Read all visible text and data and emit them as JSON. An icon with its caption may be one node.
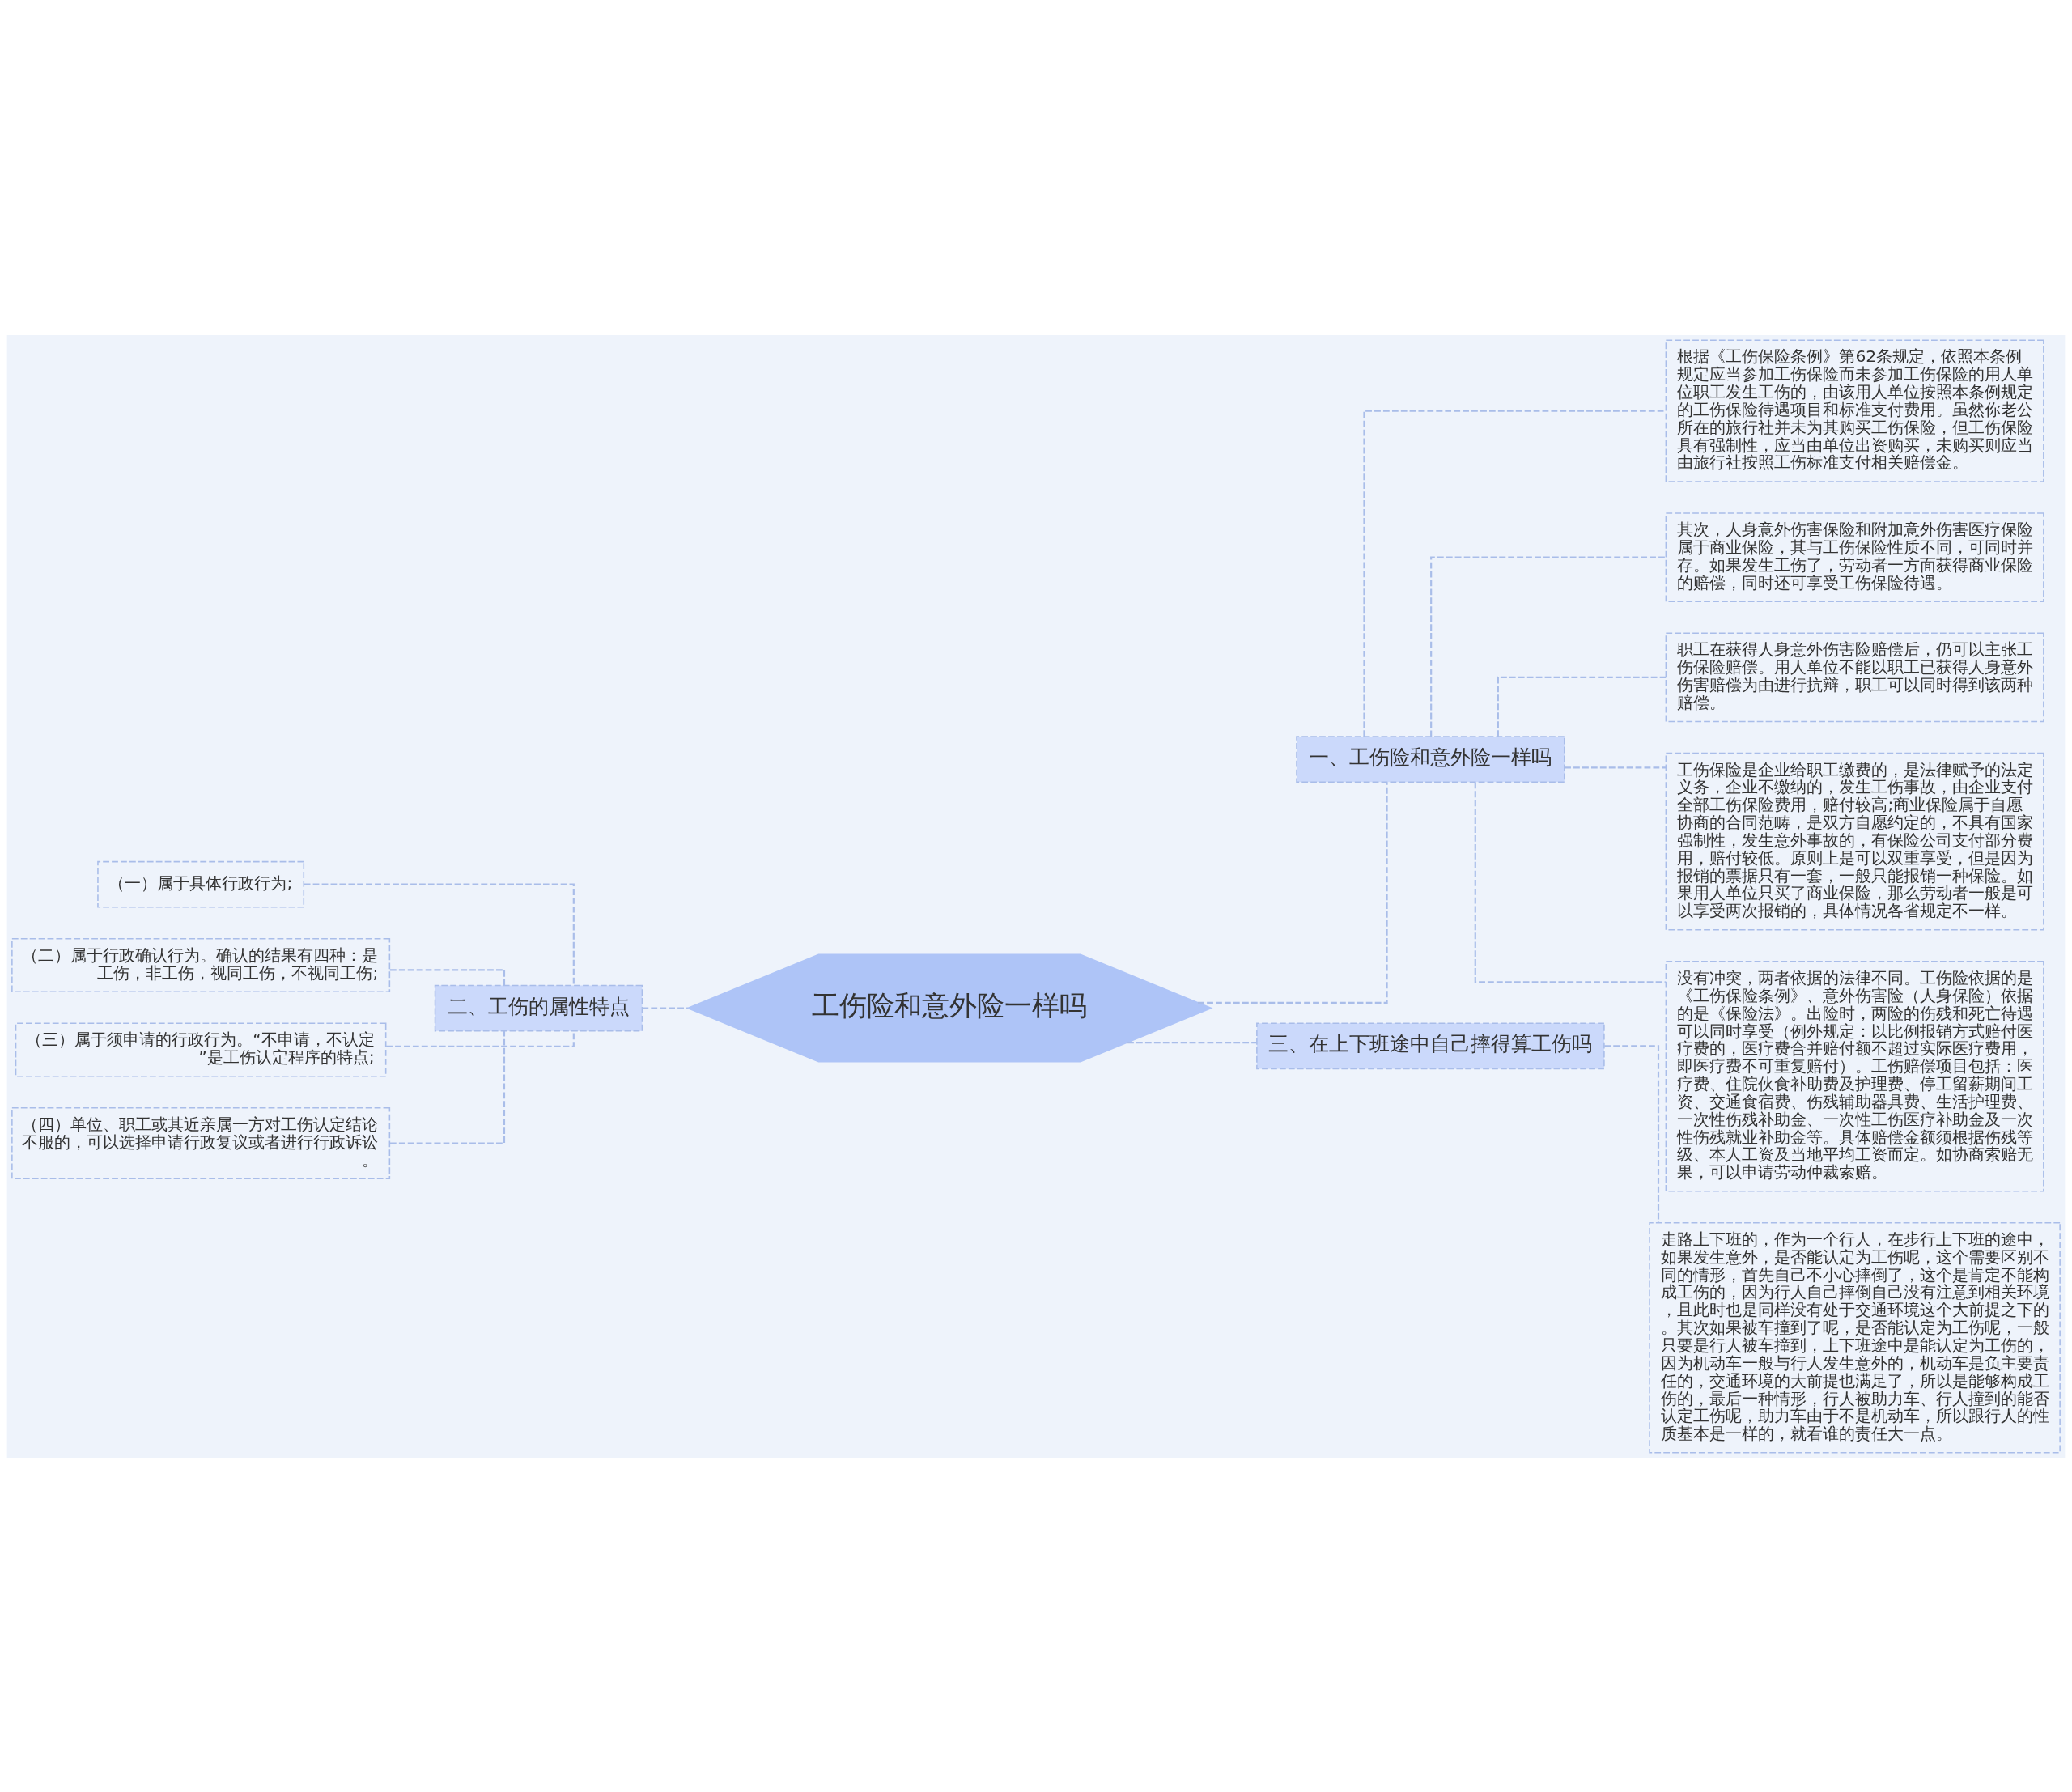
{
  "diagram": {
    "nodes": [
      {
        "text": [
          "工伤险和意外险一样吗"
        ]
      },
      {
        "text": [
          "一、工伤险和意外险一样吗"
        ]
      },
      {
        "text": [
          "根据《工伤保险条例》第62条规定，依照本条例规定应当参加工伤保险而未参加工伤保险的用人单位职工发生工伤的，由该用人单位按照本条例规定的工伤保险待遇项目和标准支付费用。虽然你老公所在的旅行社并未为其购买工伤保险，但工伤保险具有强制性，应当由单位出资购买，未购买则应当由旅行社按照工伤标准支付相关赔偿金。"
        ]
      },
      {
        "text": [
          "其次，人身意外伤害保险和附加意外伤害医疗保险属于商业保险，其与工伤保险性质不同，可同时并存。如果发生工伤了，劳动者一方面获得商业保险的赔偿，同时还可享受工伤保险待遇。"
        ]
      },
      {
        "text": [
          "职工在获得人身意外伤害险赔偿后，仍可以主张工伤保险赔偿。用人单位不能以职工已获得人身意外伤害赔偿为由进行抗辩，职工可以同时得到该两种赔偿。"
        ]
      },
      {
        "text": [
          "工伤保险是企业给职工缴费的，是法律赋予的法定义务，企业不缴纳的，发生工伤事故，由企业支付全部工伤保险费用，赔付较高;商业保险属于自愿协商的合同范畴，是双方自愿约定的，不具有国家强制性，发生意外事故的，有保险公司支付部分费用，赔付较低。原则上是可以双重享受，但是因为报销的票据只有一套，一般只能报销一种保险。如果用人单位只买了商业保险，那么劳动者一般是可以享受两次报销的，具体情况各省规定不一样。"
        ]
      },
      {
        "text": [
          "没有冲突，两者依据的法律不同。工伤险依据的是《工伤保险条例》、意外伤害险（人身保险）依据的是《保险法》。出险时，两险的伤残和死亡待遇可以同时享受（例外规定：以比例报销方式赔付医疗费的，医疗费合并赔付额不超过实际医疗费用，即医疗费不可重复赔付）。工伤赔偿项目包括：医疗费、住院伙食补助费及护理费、停工留薪期间工资、交通食宿费、伤残辅助器具费、生活护理费、一次性伤残补助金、一次性工伤医疗补助金及一次性伤残就业补助金等。具体赔偿金额须根据伤残等级、本人工资及当地平均工资而定。如协商索赔无果，可以申请劳动仲裁索赔。"
        ]
      },
      {
        "text": [
          "二、工伤的属性特点"
        ]
      },
      {
        "text": [
          "（一）属于具体行政行为;"
        ]
      },
      {
        "text": [
          "（二）属于行政确认行为。确认的结果有四种：是工伤，非工伤，视同工伤，不视同工伤;"
        ]
      },
      {
        "text": [
          "（三）属于须申请的行政行为。“不申请，不认定”是工伤认定程序的特点;"
        ]
      },
      {
        "text": [
          "（四）单位、职工或其近亲属一方对工伤认定结论不服的，可以选择申请行政复议或者进行行政诉讼。"
        ]
      },
      {
        "text": [
          "三、在上下班途中自己摔得算工伤吗"
        ]
      },
      {
        "text": [
          "走路上下班的，作为一个行人，在步行上下班的途中，如果发生意外，是否能认定为工伤呢，这个需要区别不同的情形，首先自己不小心摔倒了，这个是肯定不能构成工伤的，因为行人自己摔倒自己没有注意到相关环境，且此时也是同样没有处于交通环境这个大前提之下的。其次如果被车撞到了呢，是否能认定为工伤呢，一般只要是行人被车撞到，上下班途中是能认定为工伤的，因为机动车一般与行人发生意外的，机动车是负主要责任的，交通环境的大前提也满足了，所以是能够构成工伤的，最后一种情形，行人被助力车、行人撞到的能否认定工伤呢，助力车由于不是机动车，所以跟行人的性质基本是一样的，就看谁的责任大一点。"
        ]
      }
    ],
    "edges": [
      {
        "from": 0,
        "to": 1,
        "arrow": "none",
        "style": "dashed"
      },
      {
        "from": 1,
        "to": 2,
        "arrow": "none",
        "style": "dashed"
      },
      {
        "from": 1,
        "to": 3,
        "arrow": "none",
        "style": "dashed"
      },
      {
        "from": 1,
        "to": 4,
        "arrow": "none",
        "style": "dashed"
      },
      {
        "from": 1,
        "to": 5,
        "arrow": "none",
        "style": "dashed"
      },
      {
        "from": 1,
        "to": 6,
        "arrow": "none",
        "style": "dashed"
      },
      {
        "from": 0,
        "to": 7,
        "arrow": "none",
        "style": "dashed"
      },
      {
        "from": 7,
        "to": 8,
        "arrow": "none",
        "style": "dashed"
      },
      {
        "from": 7,
        "to": 9,
        "arrow": "none",
        "style": "dashed"
      },
      {
        "from": 7,
        "to": 10,
        "arrow": "none",
        "style": "dashed"
      },
      {
        "from": 7,
        "to": 11,
        "arrow": "none",
        "style": "dashed"
      },
      {
        "from": 0,
        "to": 12,
        "arrow": "none",
        "style": "dashed"
      },
      {
        "from": 12,
        "to": 13,
        "arrow": "none",
        "style": "dashed"
      }
    ]
  }
}
